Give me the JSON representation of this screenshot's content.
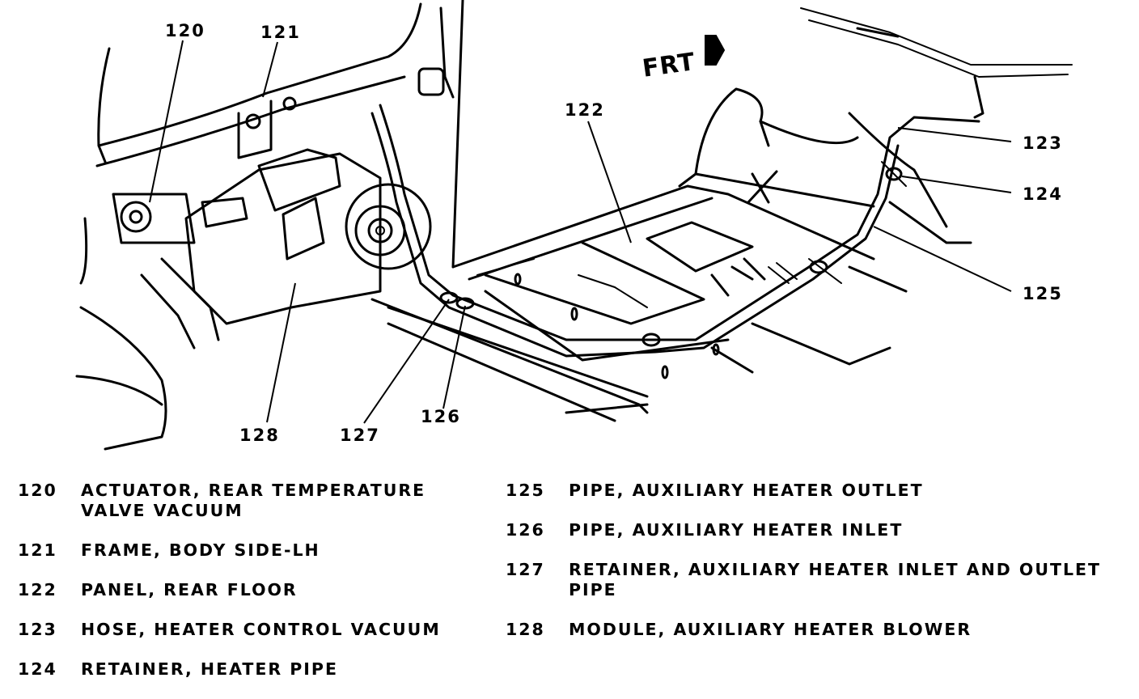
{
  "diagram": {
    "direction_label": "FRT",
    "callouts": [
      "120",
      "121",
      "122",
      "123",
      "124",
      "125",
      "126",
      "127",
      "128"
    ]
  },
  "legend": [
    {
      "number": "120",
      "description": "ACTUATOR, REAR TEMPERATURE VALVE VACUUM"
    },
    {
      "number": "121",
      "description": "FRAME, BODY SIDE-LH"
    },
    {
      "number": "122",
      "description": "PANEL, REAR FLOOR"
    },
    {
      "number": "123",
      "description": "HOSE, HEATER CONTROL VACUUM"
    },
    {
      "number": "124",
      "description": "RETAINER, HEATER PIPE"
    },
    {
      "number": "125",
      "description": "PIPE, AUXILIARY HEATER OUTLET"
    },
    {
      "number": "126",
      "description": "PIPE, AUXILIARY HEATER INLET"
    },
    {
      "number": "127",
      "description": "RETAINER, AUXILIARY HEATER INLET AND OUTLET PIPE"
    },
    {
      "number": "128",
      "description": "MODULE, AUXILIARY HEATER BLOWER"
    }
  ]
}
